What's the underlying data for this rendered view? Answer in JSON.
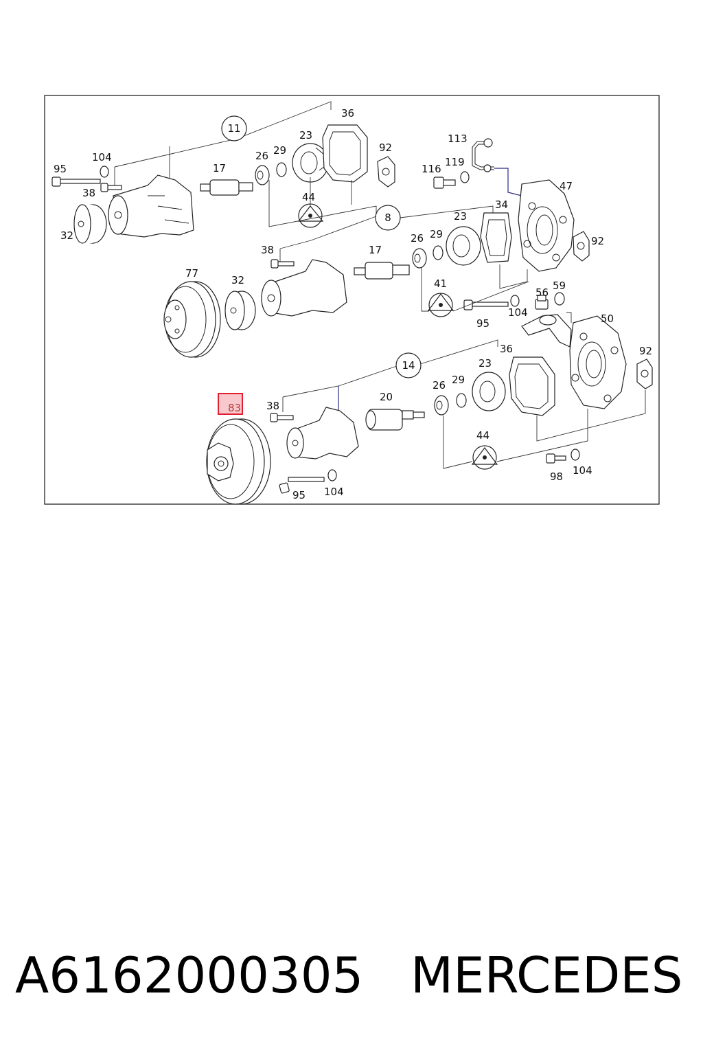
{
  "diagram": {
    "group_callouts": {
      "g11": "11",
      "g8": "8",
      "g14": "14"
    },
    "labels": {
      "l95a": "95",
      "l104a": "104",
      "l38a": "38",
      "l32a": "32",
      "l17a": "17",
      "l26a": "26",
      "l29a": "29",
      "l23a": "23",
      "l36a": "36",
      "l92a": "92",
      "l44a": "44",
      "l113": "113",
      "l116": "116",
      "l119": "119",
      "l47": "47",
      "l34": "34",
      "l92b": "92",
      "l38b": "38",
      "l17b": "17",
      "l26b": "26",
      "l29b": "29",
      "l23b": "23",
      "l41": "41",
      "l77": "77",
      "l32b": "32",
      "l95b": "95",
      "l104b": "104",
      "l56": "56",
      "l59": "59",
      "l50": "50",
      "l36b": "36",
      "l23c": "23",
      "l92c": "92",
      "l26c": "26",
      "l29c": "29",
      "l20": "20",
      "l38c": "38",
      "l44b": "44",
      "l98": "98",
      "l104c": "104",
      "l95c": "95",
      "l104d": "104"
    },
    "highlight": {
      "label": "83",
      "color": "#e02030",
      "fill": "#f8c8cc"
    }
  },
  "footer": {
    "part_number": "A6162000305",
    "brand": "MERCEDES"
  }
}
